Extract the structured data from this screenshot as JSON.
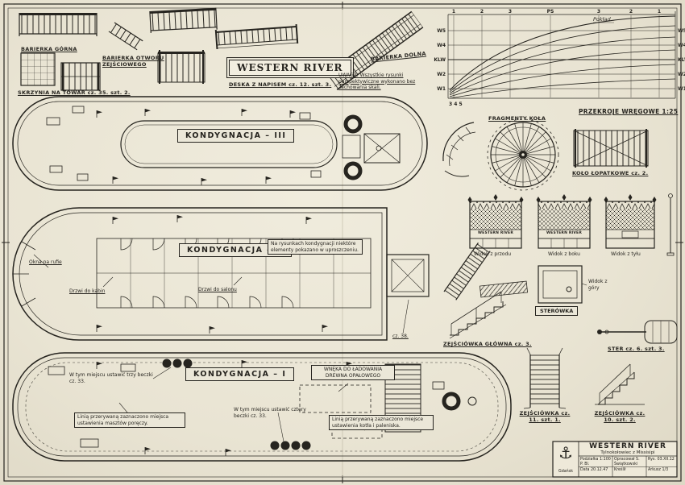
{
  "sheet": {
    "bg": "#ebe7d8",
    "ink": "#26241f"
  },
  "top_left": {
    "barierka_gorna": "BARIERKA GÓRNA",
    "barierka_otworu": "BARIERKA OTWORU ZEJŚCIOWEGO",
    "skrzynia": "SKRZYNIA NA TOWAR  cz. 35. szt. 2.",
    "sign": "WESTERN RIVER",
    "deska": "DESKA Z NAPISEM  cz. 12. szt. 3.",
    "barierka_dolna": "BARIERKA DOLNA",
    "uwaga": "UWAGA: Wszystkie rysunki perspektywiczne wykonano bez zachowania skali."
  },
  "hull_plan": {
    "caption": "PRZEKROJE WRĘGOWE 1:25",
    "poklad": "Pokład",
    "stations": [
      "1",
      "2",
      "3",
      "PS",
      "3",
      "2",
      "1"
    ],
    "wl": [
      "W5",
      "W4",
      "KLW",
      "W2",
      "W1"
    ],
    "bottom_nums": "3 4 5"
  },
  "wheel": {
    "fragments": "FRAGMENTY KOŁA",
    "caption": "KOŁO ŁOPATKOWE  cz. 2."
  },
  "decks": {
    "k3": "KONDYGNACJA – III",
    "k2": "KONDYGNACJA – II",
    "k1": "KONDYGNACJA – I",
    "okna": "Okna na rufie",
    "note_k2": "Na rysunkach kondygnacji niektóre elementy pokazano w uproszczeniu.",
    "drzwi_kabin": "Drzwi do kabin",
    "drzwi_salonu": "Drzwi do salonu",
    "beczki3": "W tym miejscu ustawić trzy beczki  cz. 33.",
    "maszty": "Linią przerywaną zaznaczono miejsca ustawienia masztów poręczy.",
    "beczki4": "W tym miejscu ustawić cztery beczki  cz. 33.",
    "wneka": "WNĘKA DO ŁADOWANIA DREWNA OPAŁOWEGO",
    "kociol": "Linią przerywaną zaznaczono miejsce ustawienia kotła i paleniska.",
    "cz38": "cz. 38."
  },
  "cabin": {
    "name": "WESTERN RIVER",
    "front": "Widok z przodu",
    "side": "Widok z boku",
    "back": "Widok z tyłu",
    "top": "Widok z góry",
    "sterowka": "STERÓWKA"
  },
  "parts": {
    "zejsciowka_glowna": "ZEJŚCIÓWKA GŁÓWNA  cz. 3.",
    "ster": "STER  cz. 6.  szt. 3.",
    "z11": "ZEJŚCIÓWKA cz. 11. szt. 1.",
    "z10": "ZEJŚCIÓWKA cz. 10. szt. 2."
  },
  "title_block": {
    "name": "WESTERN RIVER",
    "subtitle": "Tylnokołowiec z Missisipi",
    "scale": "Podziałka 1:100 P. Bl.",
    "author": "Opracował S. Świątkowski",
    "rys": "Rys. 03.XII.12",
    "date": "Data 20.12.47",
    "kreslil": "Kreślił",
    "sheet_no": "Arkusz 1/3",
    "city": "Gdańsk"
  }
}
